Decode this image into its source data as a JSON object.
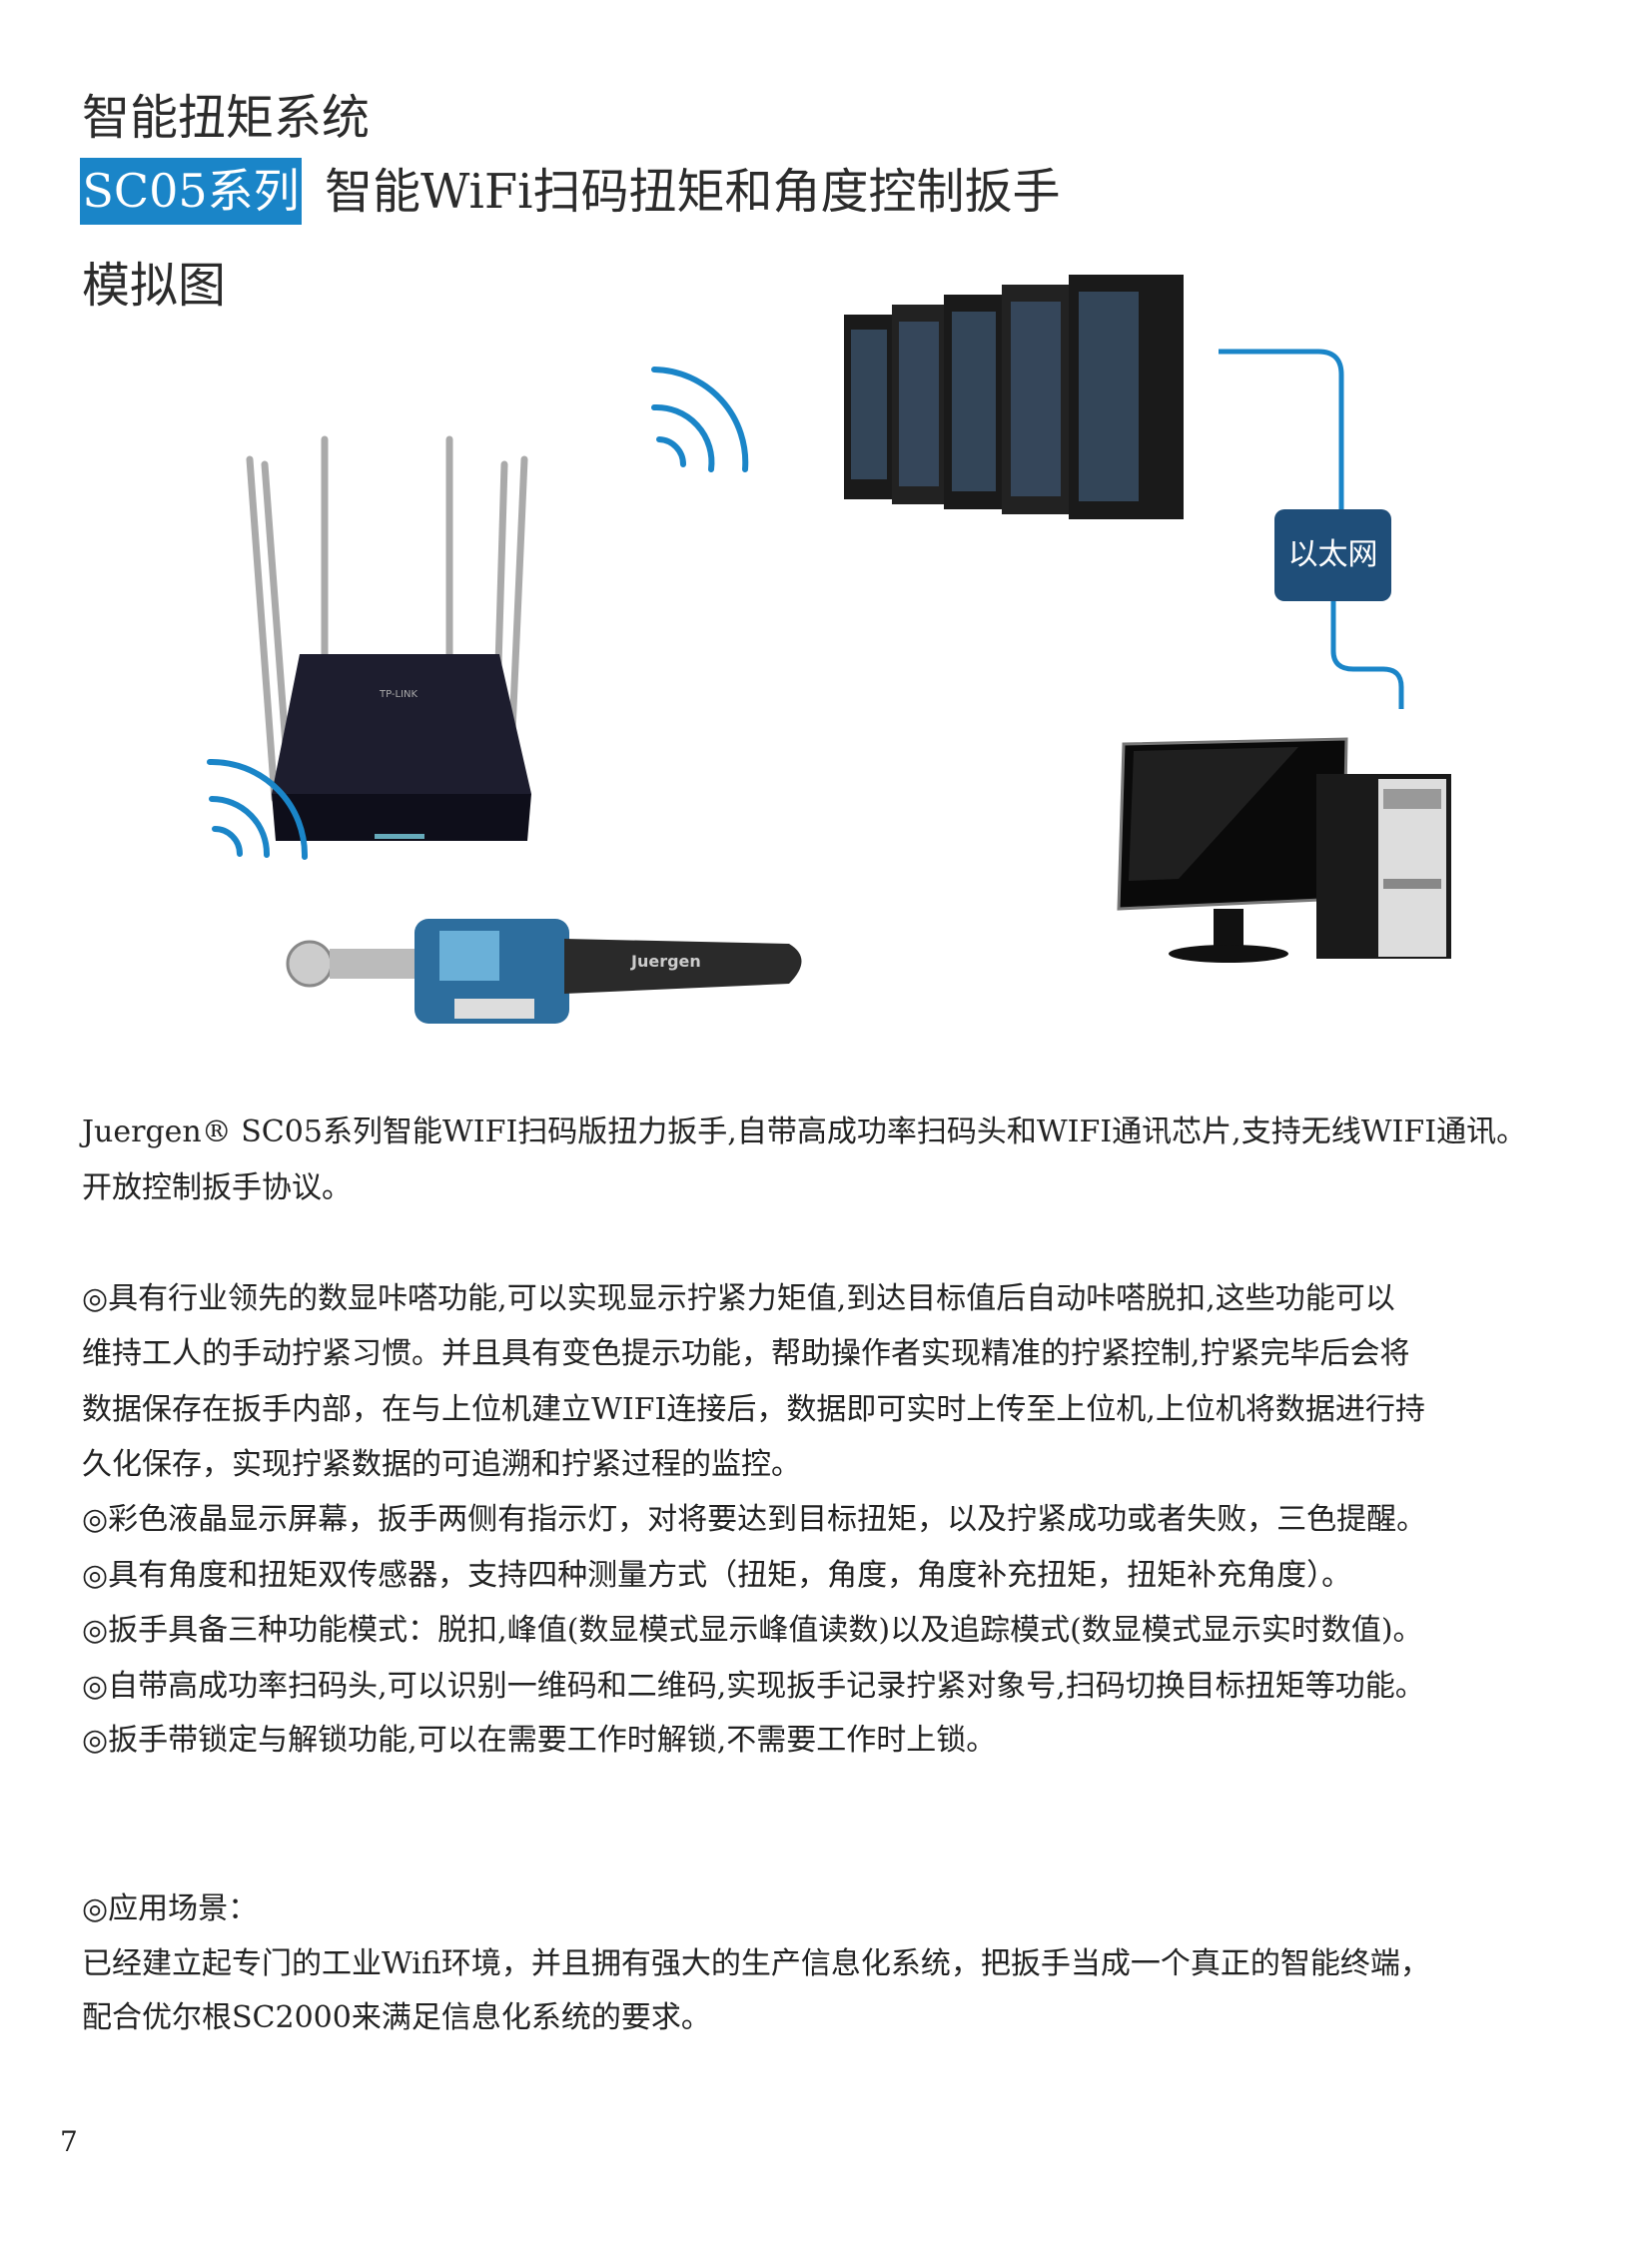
{
  "header": {
    "title": "智能扭矩系统",
    "series_badge": "SC05系列",
    "subtitle": "智能WiFi扫码扭矩和角度控制扳手",
    "diagram_title": "模拟图"
  },
  "diagram": {
    "ethernet_label": "以太网",
    "wrench_brand": "Juergen",
    "router_brand": "TP-LINK",
    "accent_color": "#1a85c8",
    "ethernet_color": "#1f4e79"
  },
  "intro": [
    "Juergen® SC05系列智能WIFI扫码版扭力扳手,自带高成功率扫码头和WIFI通讯芯片,支持无线WIFI通讯。",
    "开放控制扳手协议。"
  ],
  "features": [
    "◎具有行业领先的数显咔嗒功能,可以实现显示拧紧力矩值,到达目标值后自动咔嗒脱扣,这些功能可以",
    "维持工人的手动拧紧习惯。并且具有变色提示功能，帮助操作者实现精准的拧紧控制,拧紧完毕后会将",
    "数据保存在扳手内部，在与上位机建立WIFI连接后，数据即可实时上传至上位机,上位机将数据进行持",
    "久化保存，实现拧紧数据的可追溯和拧紧过程的监控。",
    "◎彩色液晶显示屏幕，扳手两侧有指示灯，对将要达到目标扭矩，以及拧紧成功或者失败，三色提醒。",
    "◎具有角度和扭矩双传感器，支持四种测量方式（扭矩，角度，角度补充扭矩，扭矩补充角度）。",
    "◎扳手具备三种功能模式：脱扣,峰值(数显模式显示峰值读数)以及追踪模式(数显模式显示实时数值)。",
    "◎自带高成功率扫码头,可以识别一维码和二维码,实现扳手记录拧紧对象号,扫码切换目标扭矩等功能。",
    "◎扳手带锁定与解锁功能,可以在需要工作时解锁,不需要工作时上锁。"
  ],
  "application": [
    "◎应用场景：",
    "已经建立起专门的工业Wifi环境，并且拥有强大的生产信息化系统，把扳手当成一个真正的智能终端，",
    "配合优尔根SC2000来满足信息化系统的要求。"
  ],
  "page_number": "7"
}
